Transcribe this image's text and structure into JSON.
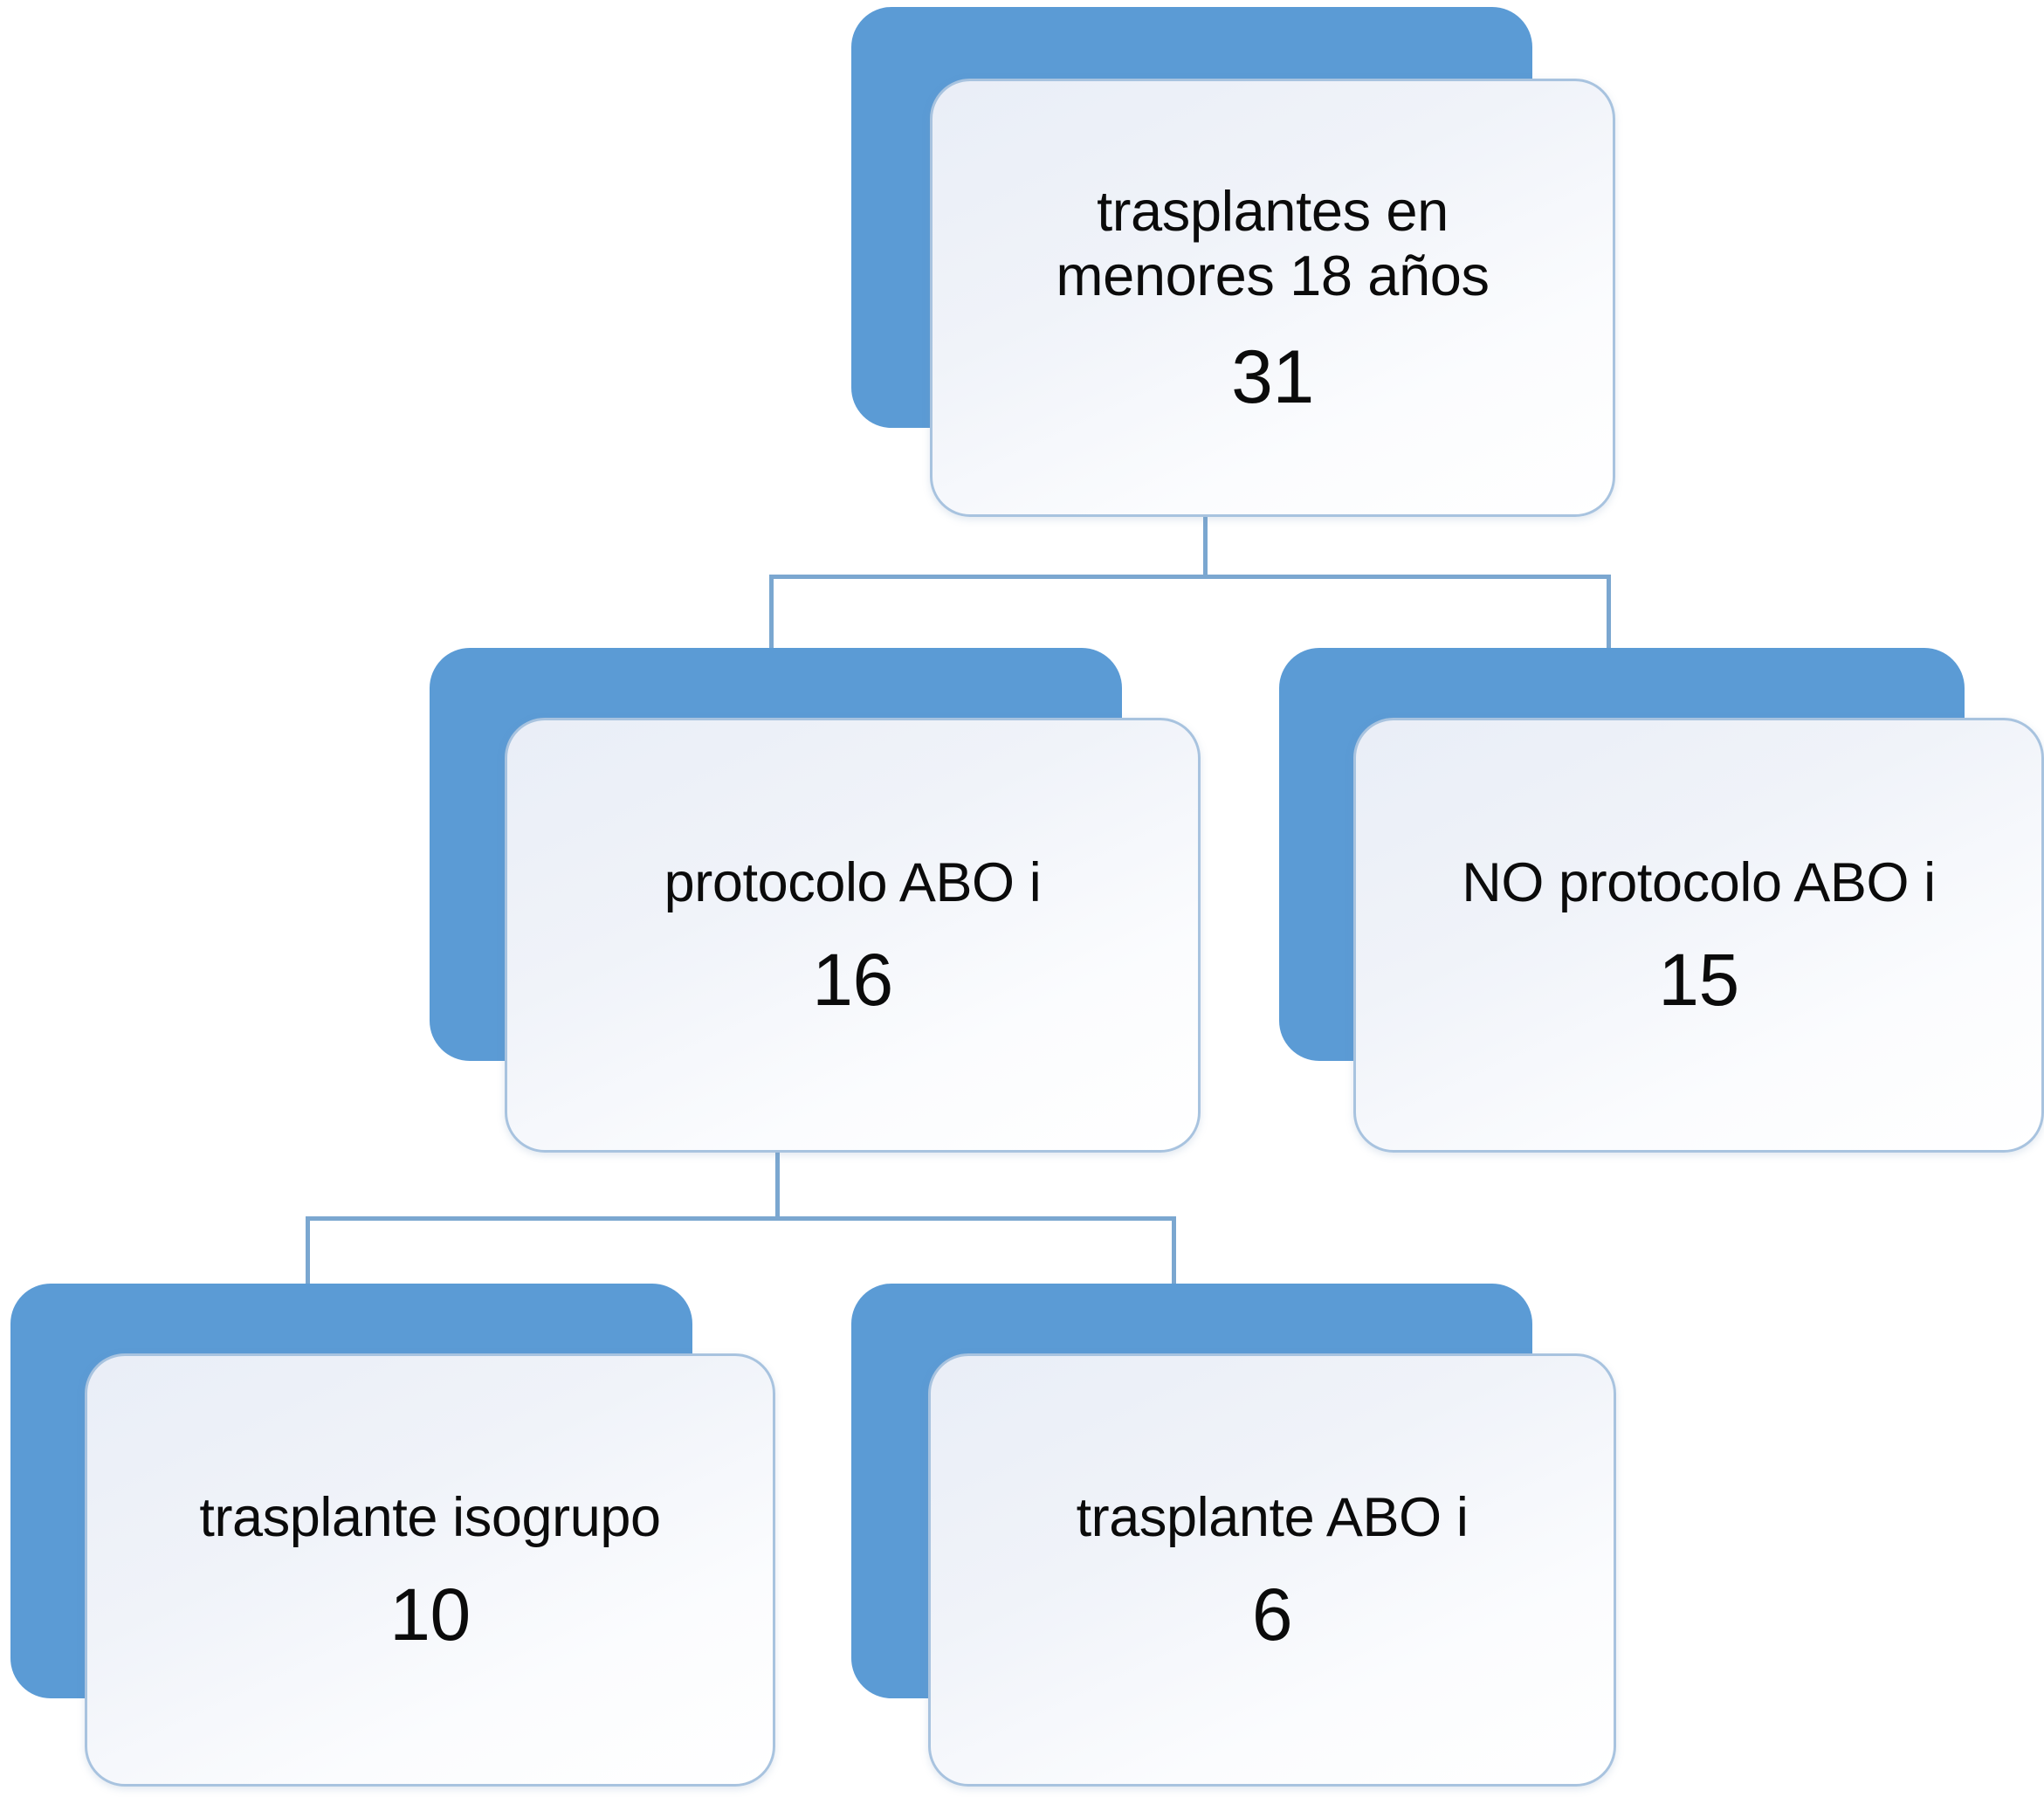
{
  "diagram": {
    "type": "flowchart",
    "orientation": "top-down",
    "accent_color": "#5b9bd5",
    "card_border_color": "#a8c3df",
    "connector_color": "#7ba7d0",
    "background_color": "#ffffff",
    "nodes": [
      {
        "id": "root",
        "label": "trasplantes en\nmenores 18 años",
        "value": "31",
        "level": 1
      },
      {
        "id": "protocolo-abo-i",
        "label": "protocolo ABO i",
        "value": "16",
        "level": 2
      },
      {
        "id": "no-protocolo-abo-i",
        "label": "NO protocolo ABO i",
        "value": "15",
        "level": 2
      },
      {
        "id": "trasplante-isogrupo",
        "label": "trasplante isogrupo",
        "value": "10",
        "level": 3
      },
      {
        "id": "trasplante-abo-i",
        "label": "trasplante ABO i",
        "value": "6",
        "level": 3
      }
    ],
    "edges": [
      {
        "from": "root",
        "to": "protocolo-abo-i"
      },
      {
        "from": "root",
        "to": "no-protocolo-abo-i"
      },
      {
        "from": "protocolo-abo-i",
        "to": "trasplante-isogrupo"
      },
      {
        "from": "protocolo-abo-i",
        "to": "trasplante-abo-i"
      }
    ]
  }
}
